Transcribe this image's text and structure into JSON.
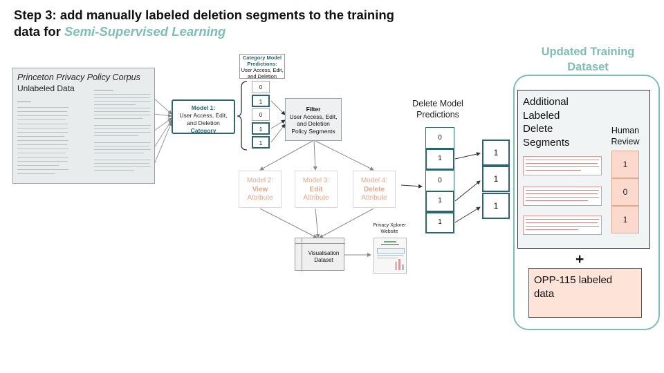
{
  "title": {
    "main": "Step 3: add manually labeled deletion segments to the training data for ",
    "accent": "Semi-Supervised Learning"
  },
  "corpus": {
    "title": "Princeton Privacy Policy Corpus",
    "subtitle": "Unlabeled Data"
  },
  "model1": {
    "line1": "Model 1:",
    "line2": "User Access, Edit,",
    "line3": "and Deletion",
    "line4": "Category"
  },
  "category_predictions": {
    "heading": "Category Model",
    "heading2": "Predictions:",
    "body": "User Access, Edit,",
    "body2": "and Deletion",
    "values": [
      "0",
      "1",
      "0",
      "1",
      "1"
    ]
  },
  "filter": {
    "title": "Filter",
    "line1": "User Access, Edit,",
    "line2": "and Deletion",
    "line3": "Policy Segments"
  },
  "attribute_models": [
    {
      "name": "Model 2:",
      "attr": "View",
      "suffix": "Attribute"
    },
    {
      "name": "Model 3:",
      "attr": "Edit",
      "suffix": "Attribute"
    },
    {
      "name": "Model 4:",
      "attr": "Delete",
      "suffix": "Attribute"
    }
  ],
  "visualisation": {
    "line1": "Visualisation",
    "line2": "Dataset"
  },
  "privacy_xplorer": {
    "line1": "Privacy Xplorer",
    "line2": "Website"
  },
  "delete_predictions": {
    "label1": "Delete Model",
    "label2": "Predictions",
    "values": [
      "0",
      "1",
      "0",
      "1",
      "1"
    ],
    "selected": [
      "1",
      "1",
      "1"
    ]
  },
  "updated_dataset": {
    "title1": "Updated Training",
    "title2": "Dataset",
    "additional_label": [
      "Additional",
      "Labeled",
      "Delete",
      "Segments"
    ],
    "human_review": {
      "line1": "Human",
      "line2": "Review",
      "values": [
        "1",
        "0",
        "1"
      ]
    },
    "plus": "+",
    "opp": {
      "line1": "OPP-115 labeled",
      "line2": "data"
    }
  },
  "colors": {
    "accent_teal": "#7bbfb6",
    "dark_teal": "#2b6472",
    "salmon": "#e0a88c",
    "salmon_fill": "#fbd9cc",
    "opp_fill": "#fde3d8"
  }
}
